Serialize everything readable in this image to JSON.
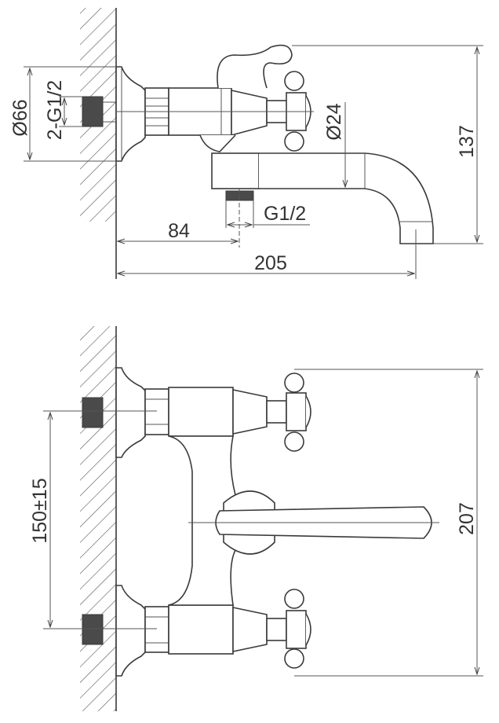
{
  "title": "Bath mixer dimensional drawing",
  "side_view": {
    "flange_diameter": "Ø66",
    "inlet_thread": "2-G1/2",
    "spout_diameter": "Ø24",
    "total_height": "137",
    "shower_outlet_thread": "G1/2",
    "outlet_offset": "84",
    "spout_reach": "205"
  },
  "top_view": {
    "inlet_spacing": "150±15",
    "total_width": "207"
  }
}
